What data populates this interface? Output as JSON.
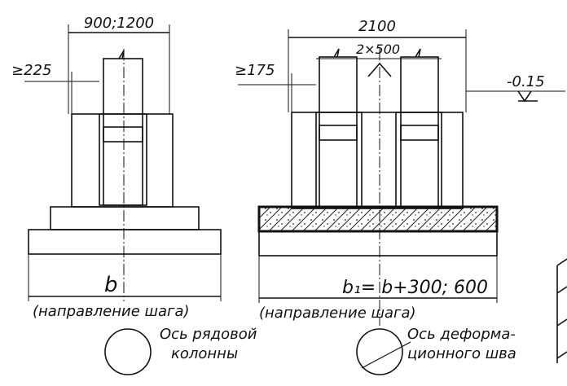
{
  "left": {
    "top_dim": "900;1200",
    "side_dim": "≥225",
    "base_label": "b",
    "direction_caption": "(направление шага)",
    "axis_caption_line1": "Ось рядовой",
    "axis_caption_line2": "колонны"
  },
  "right": {
    "top_dim": "2100",
    "inner_dim": "2×500",
    "side_dim": "≥175",
    "level_mark": "-0.15",
    "base_label": "b₁= b+300; 600",
    "direction_caption": "(направление шага)",
    "axis_caption_line1": "Ось деформа-",
    "axis_caption_line2": "ционного шва"
  }
}
